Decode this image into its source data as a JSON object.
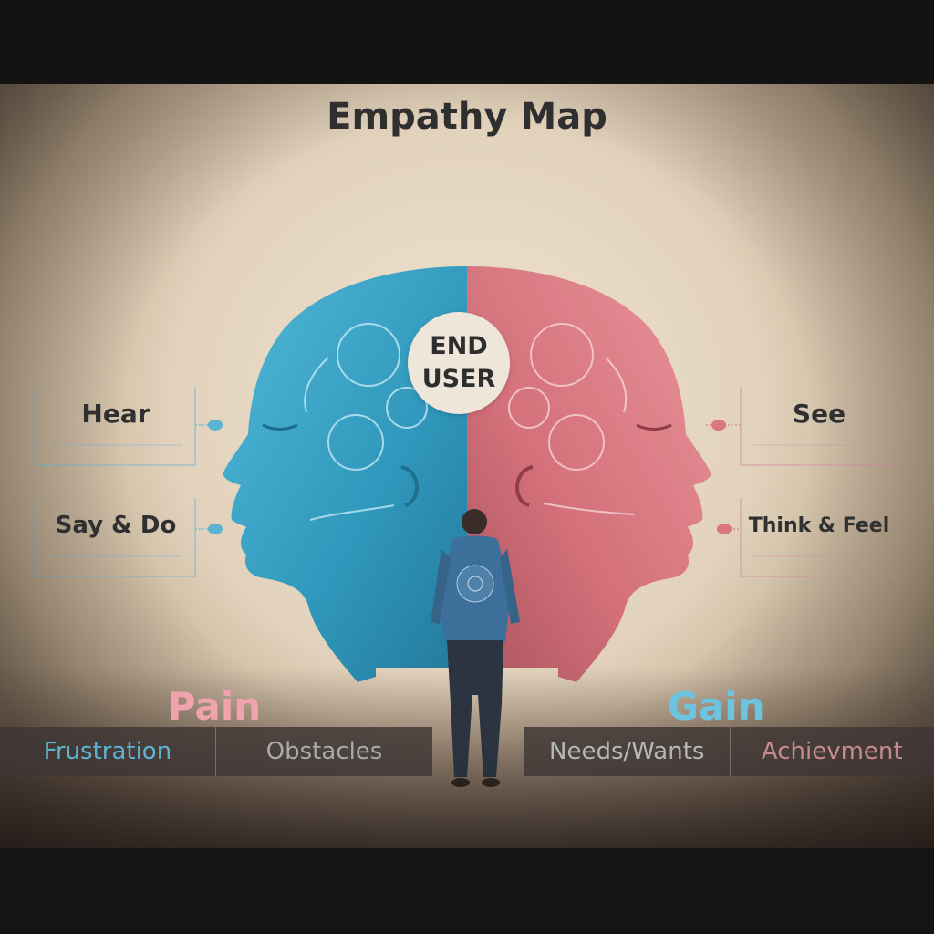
{
  "diagram": {
    "title": "Empathy Map",
    "center": {
      "line1": "END",
      "line2": "USER"
    },
    "left_cards": [
      {
        "label": "Hear"
      },
      {
        "label": "Say & Do"
      }
    ],
    "right_cards": [
      {
        "label": "See"
      },
      {
        "label": "Think & Feel"
      }
    ],
    "pain": {
      "label": "Pain",
      "items": [
        "Frustration",
        "Obstacles"
      ]
    },
    "gain": {
      "label": "Gain",
      "items": [
        "Needs/Wants",
        "Achievment"
      ]
    }
  },
  "colors": {
    "blue_head": "#3aa6c8",
    "pink_head": "#d9767e",
    "pain": "#f0a2ad",
    "gain": "#6cc4e0",
    "title_text": "#2f2f30"
  }
}
